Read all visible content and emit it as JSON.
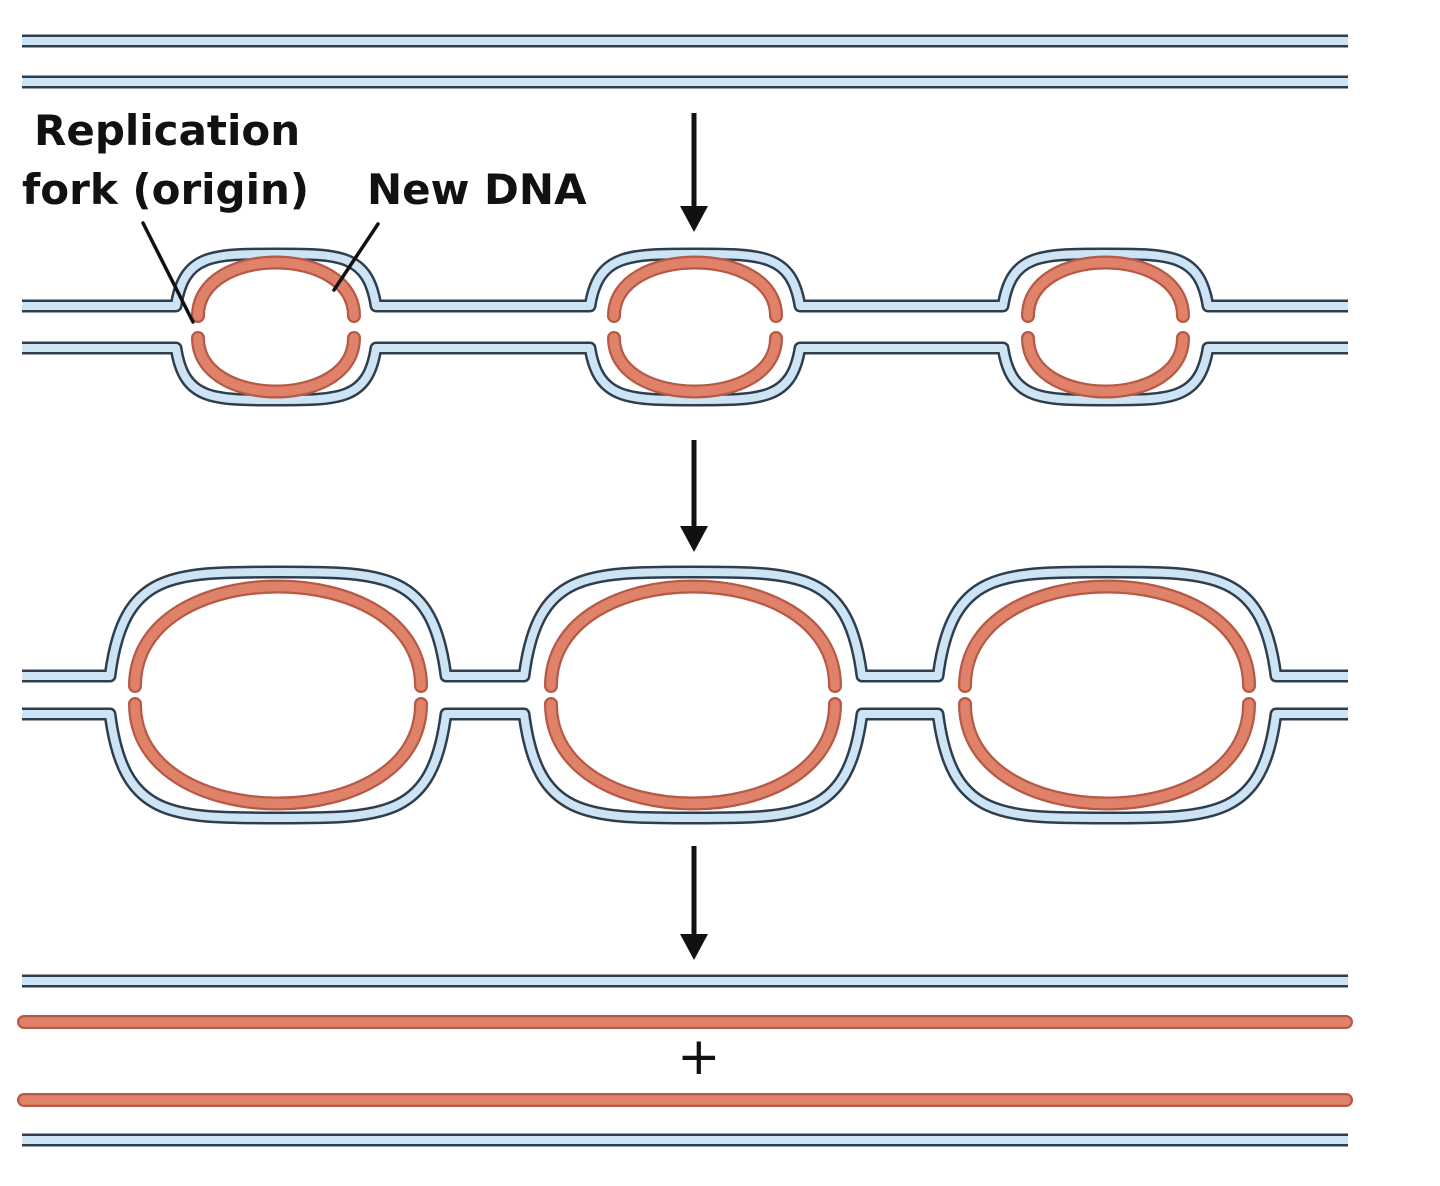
{
  "labels": {
    "fork_line1": "Replication",
    "fork_line2": "fork (origin)",
    "new_dna": "New DNA",
    "plus": "+"
  },
  "colors": {
    "parental_strand_fill": "#cde4f5",
    "new_strand_fill": "#e0826a",
    "strand_outline": "#2f3e4e",
    "arrow": "#111111",
    "background": "#ffffff"
  },
  "stages": [
    {
      "name": "unreplicated-dna",
      "bubbles": 0
    },
    {
      "name": "early-replication",
      "bubbles": 3
    },
    {
      "name": "late-replication",
      "bubbles": 3
    },
    {
      "name": "replicated-dna",
      "bubbles": 0
    }
  ]
}
